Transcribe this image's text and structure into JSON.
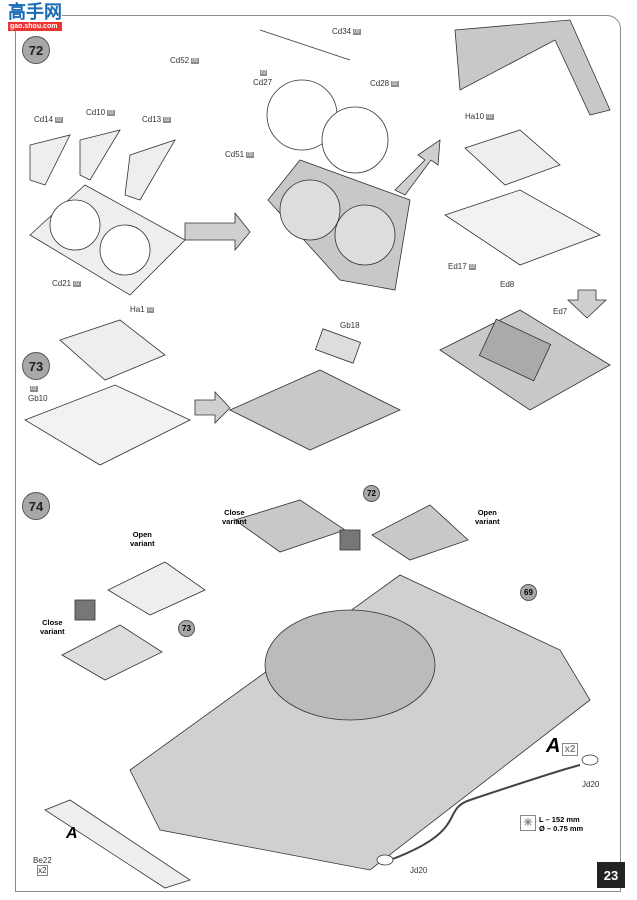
{
  "watermark": {
    "text": "高手网",
    "url_text": "gao.shou.com"
  },
  "steps": [
    {
      "number": "72"
    },
    {
      "number": "73"
    },
    {
      "number": "74"
    }
  ],
  "page_number": "23",
  "parts": {
    "cd52": {
      "code": "Cd52",
      "sprue": "09"
    },
    "cd27": {
      "code": "Cd27",
      "sprue": "02"
    },
    "cd34": {
      "code": "Cd34",
      "sprue": "09"
    },
    "cd28": {
      "code": "Cd28",
      "sprue": "02"
    },
    "cd14": {
      "code": "Cd14",
      "sprue": "02"
    },
    "cd10": {
      "code": "Cd10",
      "sprue": "02"
    },
    "cd13": {
      "code": "Cd13",
      "sprue": "02"
    },
    "cd51": {
      "code": "Cd51",
      "sprue": "09"
    },
    "cd21": {
      "code": "Cd21",
      "sprue": "02"
    },
    "ha10": {
      "code": "Ha10",
      "sprue": "02"
    },
    "ed17": {
      "code": "Ed17",
      "sprue": "02"
    },
    "ed8": {
      "code": "Ed8"
    },
    "ed7": {
      "code": "Ed7"
    },
    "ha1": {
      "code": "Ha1",
      "sprue": "02"
    },
    "gb10": {
      "code": "Gb10",
      "sprue": "02"
    },
    "gb18": {
      "code": "Gb18"
    },
    "jd20a": {
      "code": "Jd20"
    },
    "jd20b": {
      "code": "Jd20"
    },
    "be22": {
      "code": "Be22",
      "qty": "x2"
    }
  },
  "variants": {
    "close_top": "Close\nvariant",
    "open_top": "Open\nvariant",
    "open_left": "Open\nvariant",
    "close_left": "Close\nvariant"
  },
  "refs": {
    "r72": "72",
    "r73": "73",
    "r69": "69"
  },
  "subassembly": {
    "label": "A",
    "qty": "x2",
    "a_label": "A"
  },
  "wire": {
    "length": "L – 152 mm",
    "diameter": "Ø – 0.75 mm"
  },
  "colors": {
    "part_fill": "#c8c8c8",
    "arrow_fill": "#cfcfcf",
    "page_box": "#222222"
  }
}
